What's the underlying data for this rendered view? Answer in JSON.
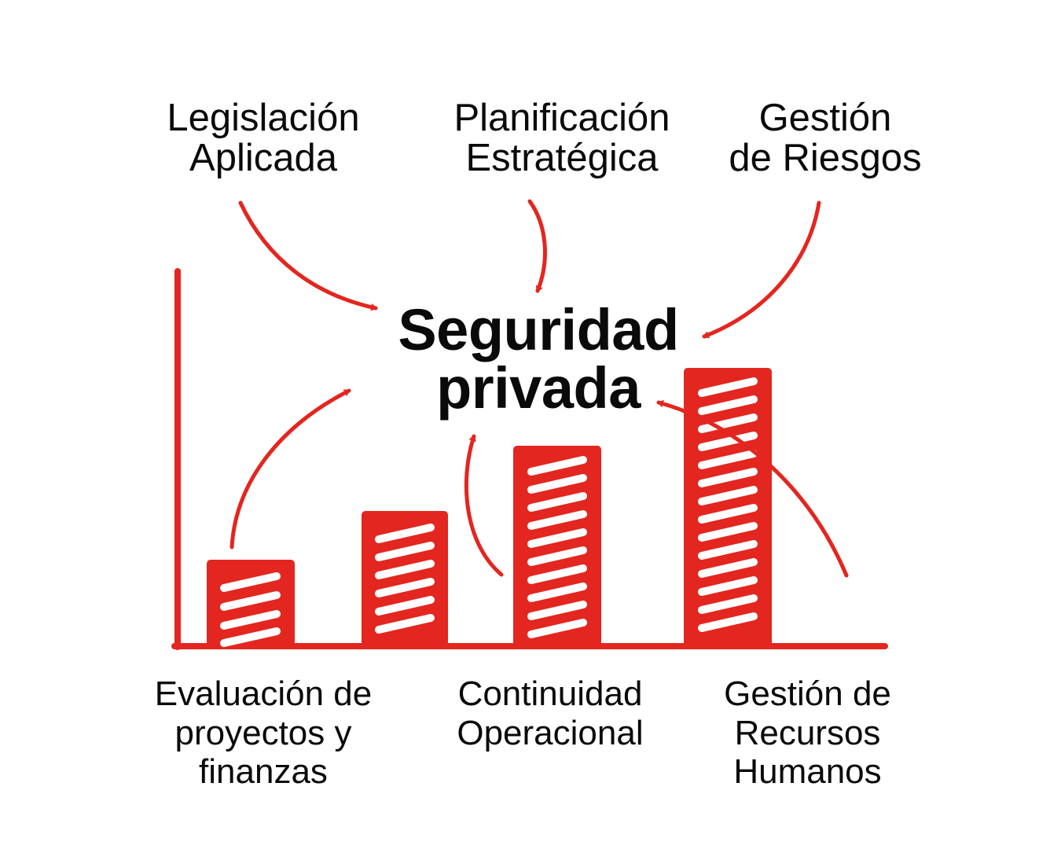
{
  "center": {
    "line1": "Seguridad",
    "line2": "privada"
  },
  "inputs_top": [
    {
      "line1": "Legislación",
      "line2": "Aplicada"
    },
    {
      "line1": "Planificación",
      "line2": "Estratégica"
    },
    {
      "line1": "Gestión",
      "line2": "de Riesgos"
    }
  ],
  "inputs_bottom": [
    {
      "line1": "Evaluación de",
      "line2": "proyectos y",
      "line3": "finanzas"
    },
    {
      "line1": "Continuidad",
      "line2": "Operacional",
      "line3": ""
    },
    {
      "line1": "Gestión de",
      "line2": "Recursos",
      "line3": "Humanos"
    }
  ],
  "bars": [
    {
      "relative_height": 110,
      "stripes": 4
    },
    {
      "relative_height": 172,
      "stripes": 6
    },
    {
      "relative_height": 255,
      "stripes": 10
    },
    {
      "relative_height": 354,
      "stripes": 14
    }
  ],
  "colors": {
    "accent": "#e3261f",
    "text": "#0a0a0a",
    "background": "#ffffff"
  }
}
